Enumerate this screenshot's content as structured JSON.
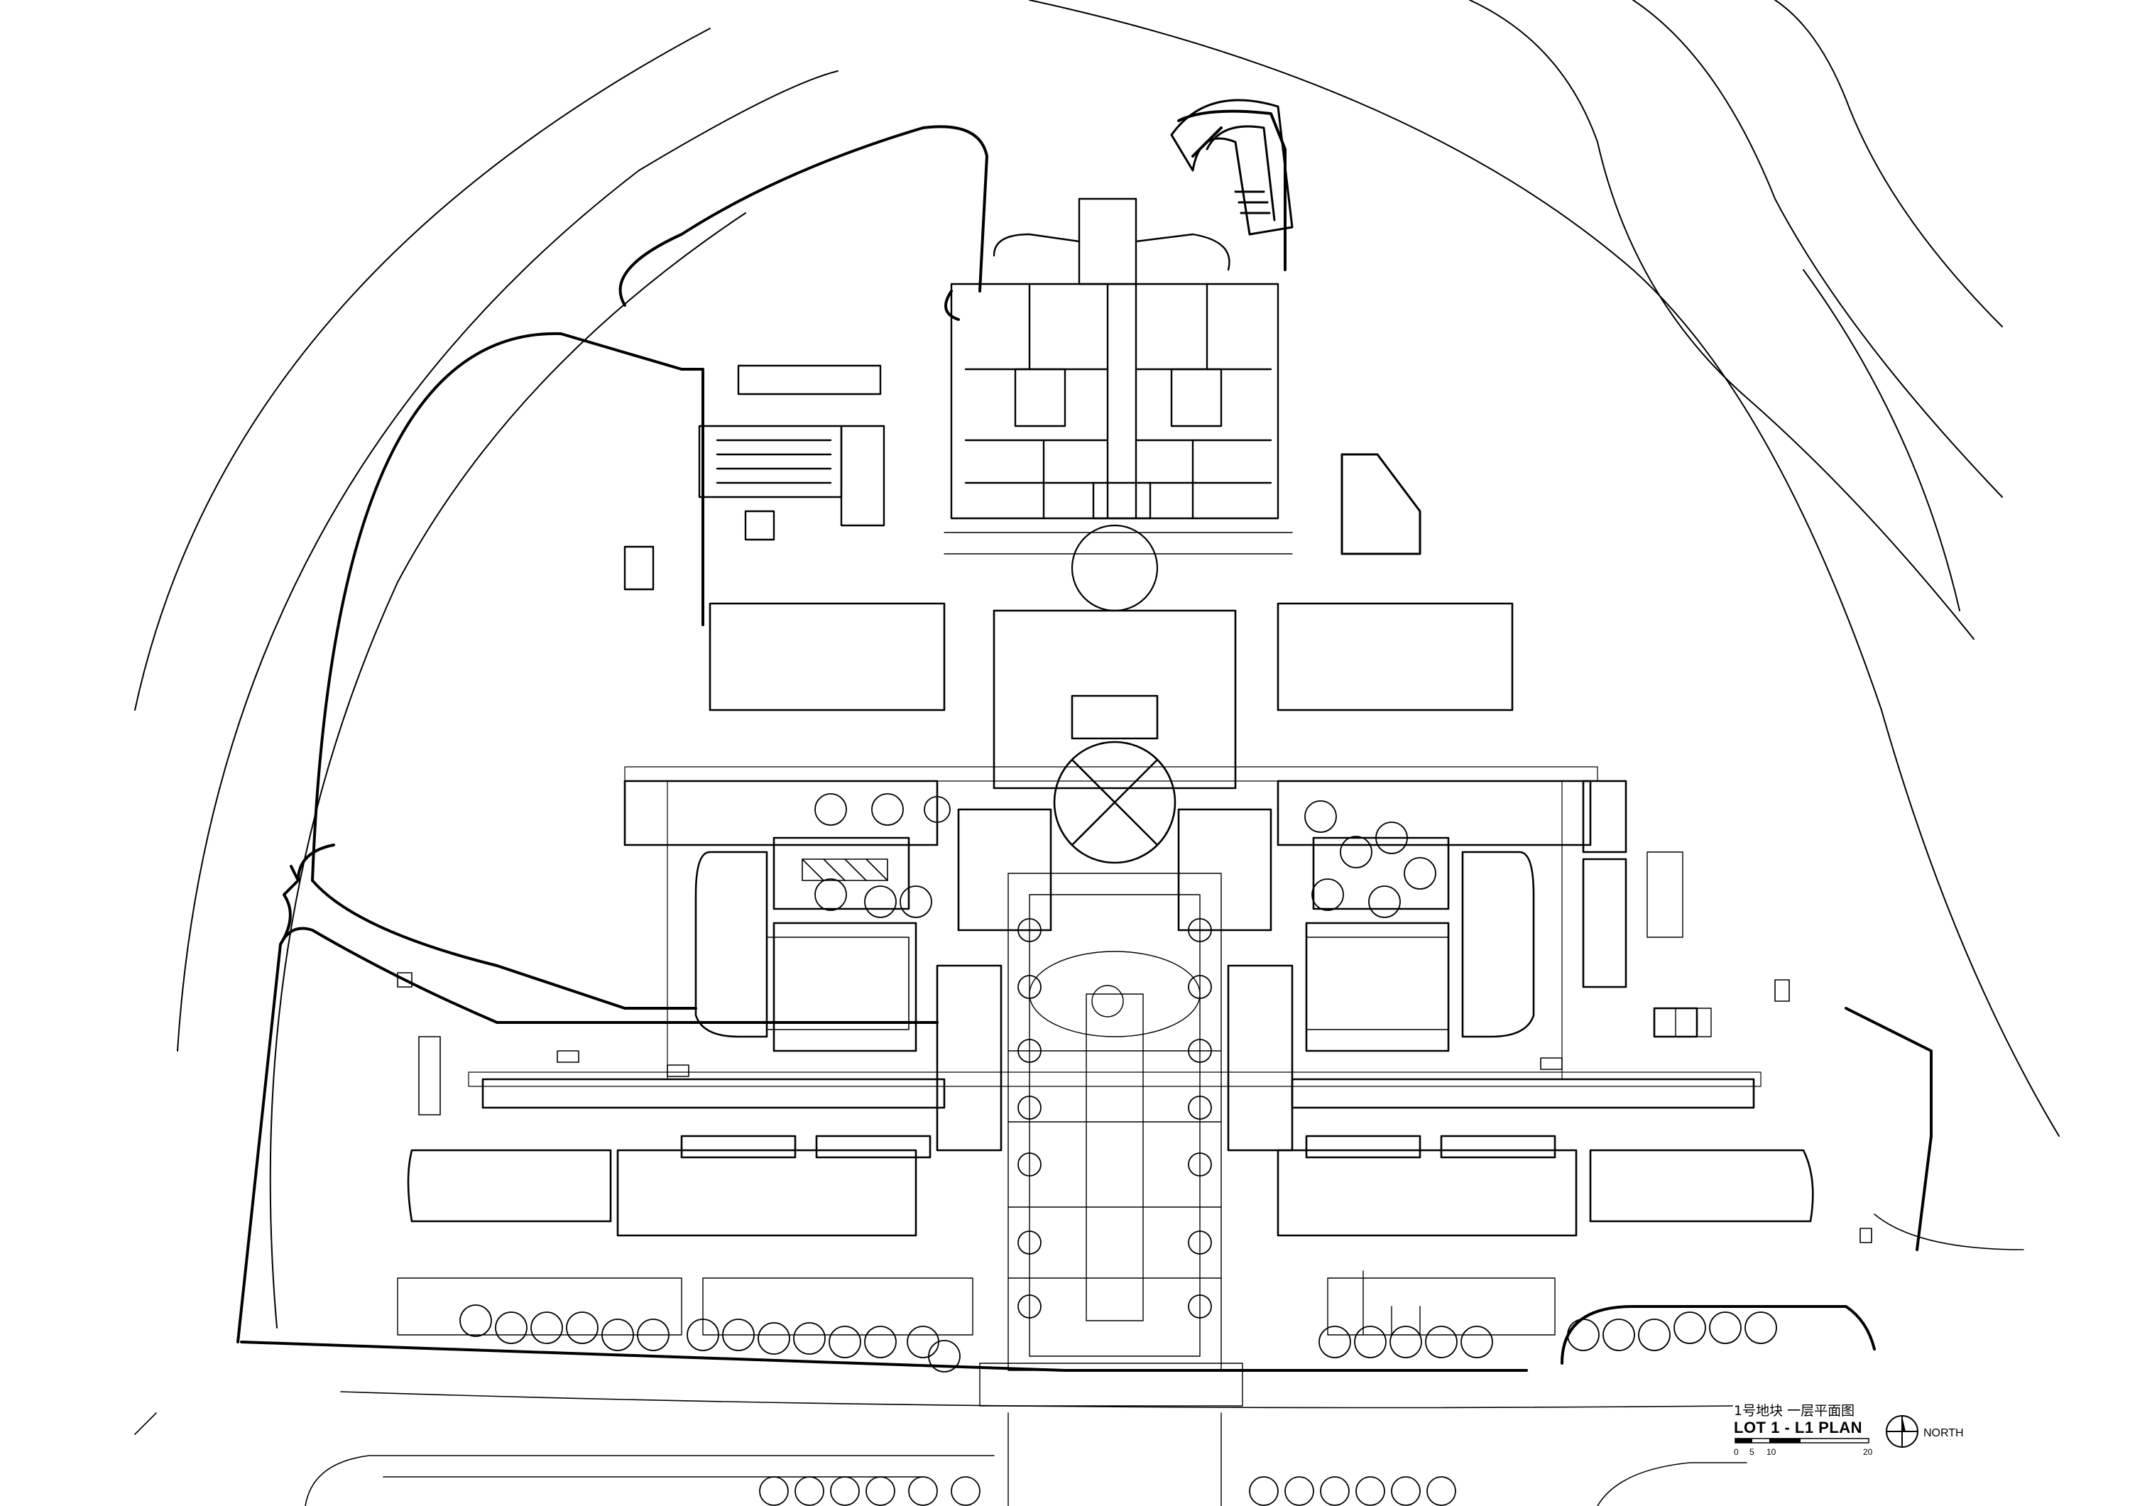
{
  "title": {
    "cn": "1号地块 一层平面图",
    "en": "LOT 1 - L1 PLAN"
  },
  "scale_bar": {
    "labels": [
      "0",
      "5",
      "10",
      "20"
    ]
  },
  "north": {
    "label": "NORTH"
  }
}
